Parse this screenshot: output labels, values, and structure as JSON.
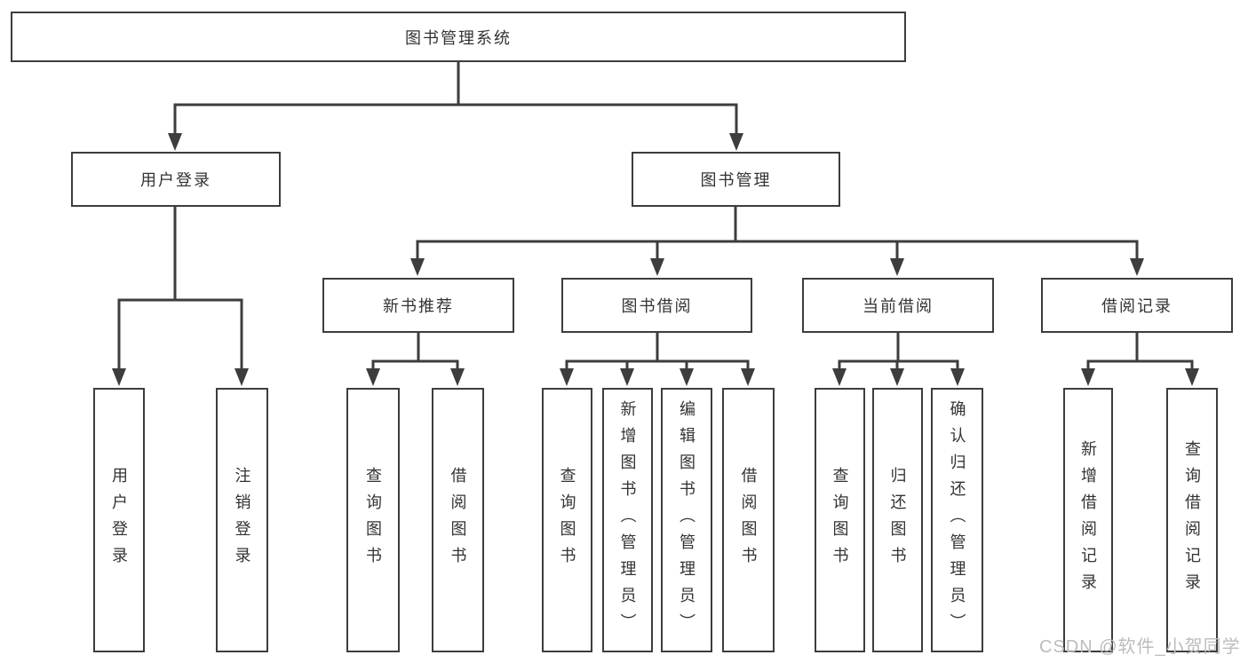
{
  "diagram": {
    "root": {
      "label": "图书管理系统"
    },
    "branches": [
      {
        "label": "用户登录",
        "children": [
          "用户登录",
          "注销登录"
        ]
      },
      {
        "label": "图书管理",
        "children": [
          {
            "label": "新书推荐",
            "children": [
              "查询图书",
              "借阅图书"
            ]
          },
          {
            "label": "图书借阅",
            "children": [
              "查询图书",
              "新增图书（管理员）",
              "编辑图书（管理员）",
              "借阅图书"
            ]
          },
          {
            "label": "当前借阅",
            "children": [
              "查询图书",
              "归还图书",
              "确认归还（管理员）"
            ]
          },
          {
            "label": "借阅记录",
            "children": [
              "新增借阅记录",
              "查询借阅记录"
            ]
          }
        ]
      }
    ]
  },
  "watermark": {
    "text": "CSDN @软件_小贺同学"
  },
  "colors": {
    "line": "#3d3d3d",
    "box_bg": "#ffffff",
    "text": "#333333",
    "watermark": "#bcbcbc",
    "background": "#ffffff"
  }
}
